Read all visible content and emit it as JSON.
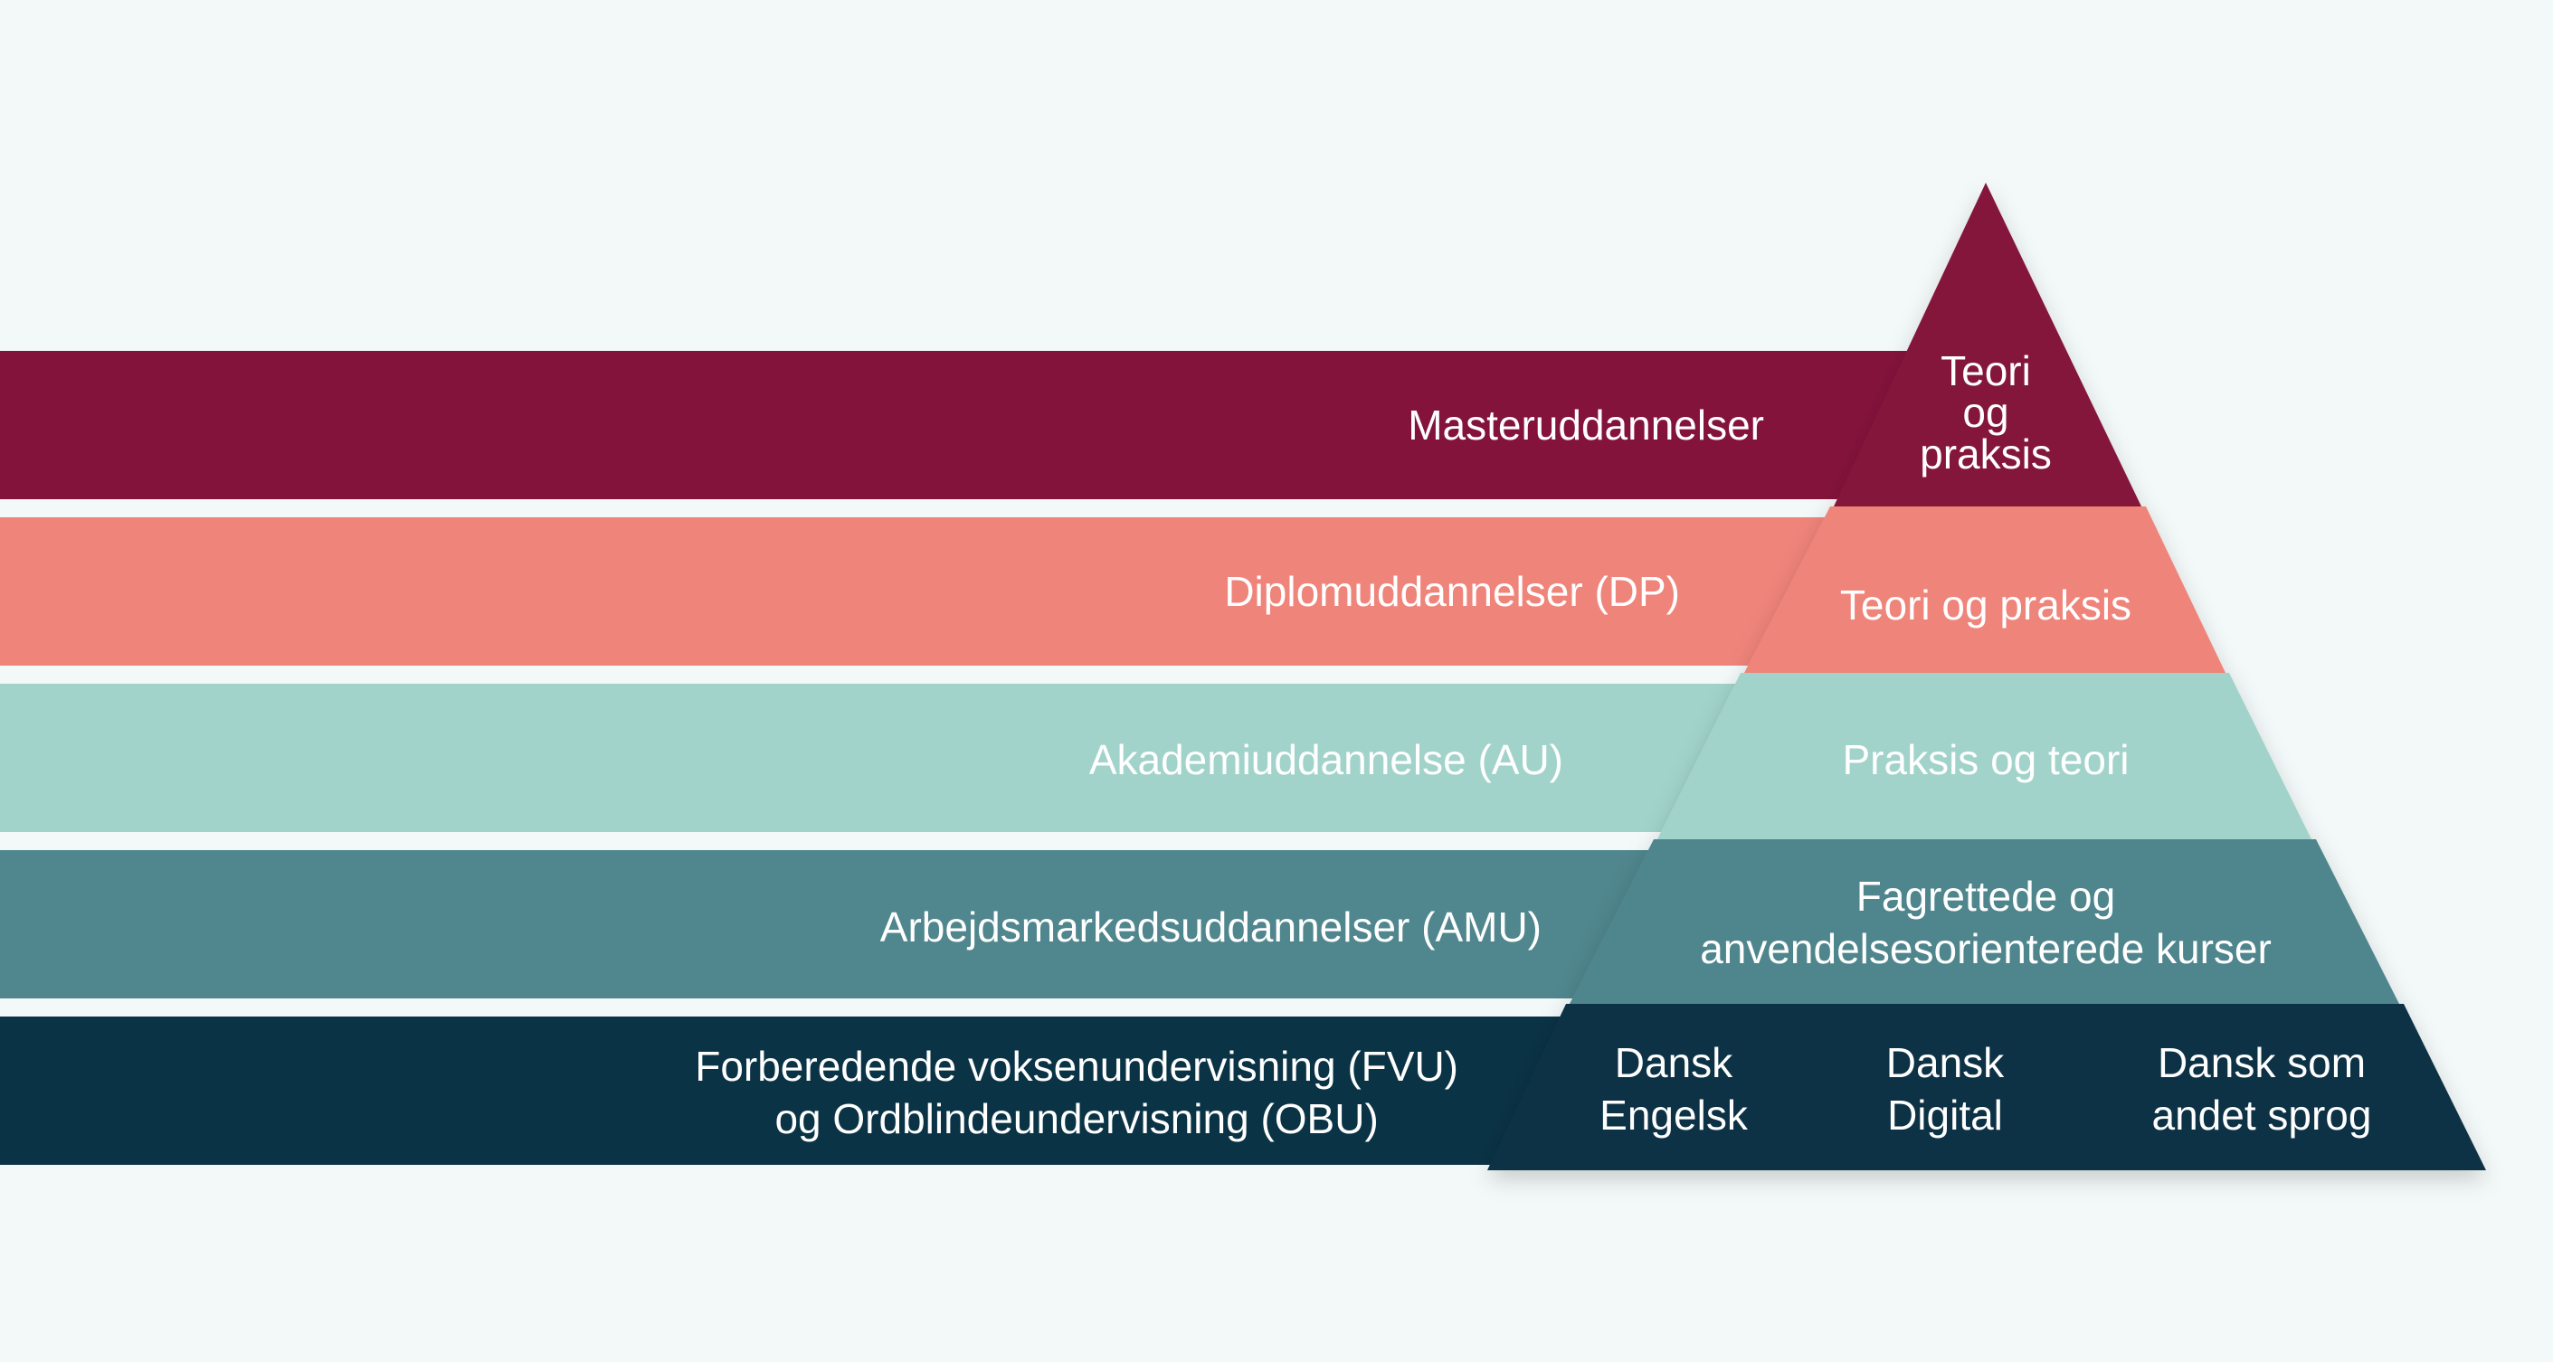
{
  "colors": {
    "background": "#f3f9f9",
    "level_1": "#84133b",
    "level_2": "#ef847a",
    "level_3": "#a1d3ca",
    "level_4": "#50868d",
    "level_5": "#0a3345"
  },
  "bands": [
    {
      "label": "Masteruddannelser"
    },
    {
      "label": "Diplomuddannelser (DP)"
    },
    {
      "label": "Akademiuddannelse (AU)"
    },
    {
      "label": "Arbejdsmarkedsuddannelser (AMU)"
    },
    {
      "line1": "Forberedende voksenundervisning (FVU)",
      "line2": "og Ordblindeundervisning (OBU)"
    }
  ],
  "pyramid": {
    "tier1": {
      "line1": "Teori",
      "line2": "og",
      "line3": "praksis"
    },
    "tier2": {
      "label": "Teori og praksis"
    },
    "tier3": {
      "label": "Praksis og teori"
    },
    "tier4": {
      "line1": "Fagrettede og",
      "line2": "anvendelsesorienterede kurser"
    },
    "tier5": {
      "col1": {
        "line1": "Dansk",
        "line2": "Engelsk"
      },
      "col2": {
        "line1": "Dansk",
        "line2": "Digital"
      },
      "col3": {
        "line1": "Dansk som",
        "line2": "andet sprog"
      }
    }
  }
}
